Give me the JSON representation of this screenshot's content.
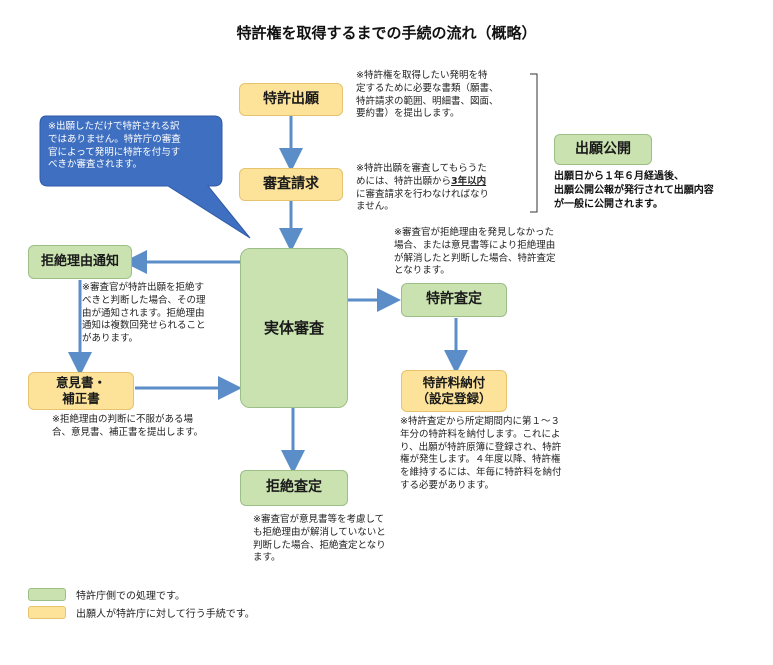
{
  "title": "特許権を取得するまでの手続の流れ（概略）",
  "boxes": {
    "application": "特許出願",
    "exam_request": "審査請求",
    "substantive_exam": "実体審査",
    "refusal_notice": "拒絶理由通知",
    "opinion_amendment": "意見書・\n補正書",
    "grant_decision": "特許査定",
    "fee_payment": "特許料納付\n（設定登録）",
    "refusal_decision": "拒絶査定",
    "publication": "出願公開"
  },
  "notes": {
    "application_note": "※特許権を取得したい発明を特\n定するために必要な書類（願書、\n特許請求の範囲、明細書、図面、\n要約書）を提出します。",
    "exam_request_pre": "※特許出願を審査してもらうた\nめには、特許出願から",
    "exam_request_emph": "3年以内",
    "exam_request_post": "\nに審査請求を行わなければなり\nません。",
    "bubble": "※出願しただけで特許される訳\nではありません。特許庁の審査\n官によって発明に特許を付与す\nべきか審査されます。",
    "refusal_notice_note": "※審査官が特許出願を拒絶す\nべきと判断した場合、その理\n由が通知されます。拒絶理由\n通知は複数回発せられること\nがあります。",
    "opinion_note": "※拒絶理由の判断に不服がある場\n合、意見書、補正書を提出します。",
    "grant_note": "※審査官が拒絶理由を発見しなかった\n場合、または意見書等により拒絶理由\nが解消したと判断した場合、特許査定\nとなります。",
    "fee_note": "※特許査定から所定期間内に第１～３\n年分の特許料を納付します。これによ\nり、出願が特許原簿に登録され、特許\n権が発生します。４年度以降、特許権\nを維持するには、年毎に特許料を納付\nする必要があります。",
    "refusal_decision_note": "※審査官が意見書等を考慮して\nも拒絶理由が解消していないと\n判断した場合、拒絶査定となり\nます。",
    "publication_note": "出願日から１年６月経過後、\n出願公開公報が発行されて出願内容\nが一般に公開されます。"
  },
  "legend": [
    {
      "label": "特許庁側での処理です。",
      "color": "#c9e2b0",
      "border": "#9cbf86"
    },
    {
      "label": "出願人が特許庁に対して行う手続です。",
      "color": "#fde39a",
      "border": "#e5c46d"
    }
  ],
  "colors": {
    "arrow": "#5b8ec8",
    "bubble": "#3f6fc0",
    "green_box": "#c9e2b0",
    "yellow_box": "#fde39a"
  }
}
